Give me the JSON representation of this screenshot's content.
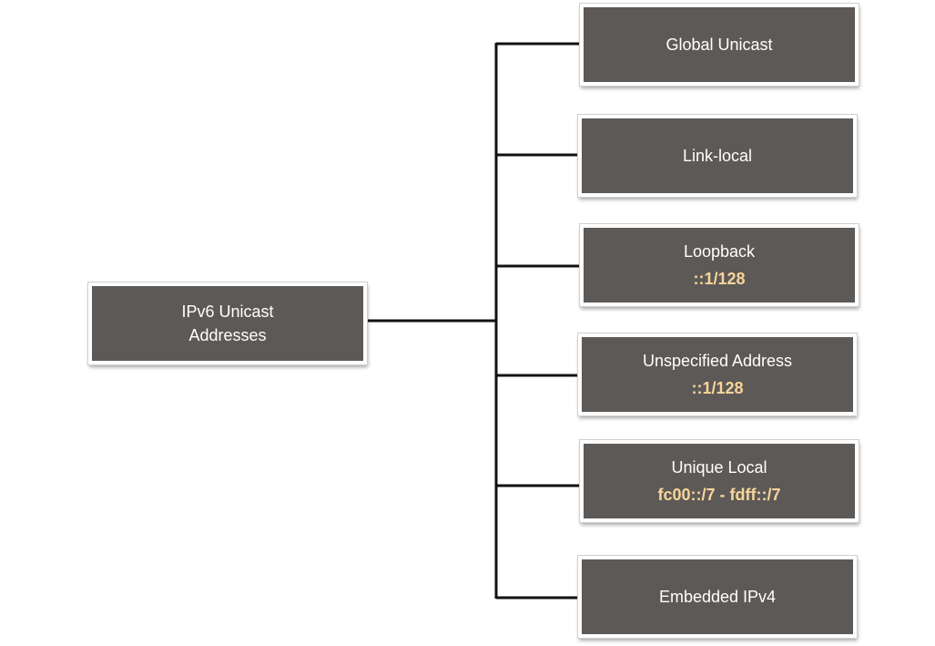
{
  "root": {
    "line1": "IPv6 Unicast",
    "line2": "Addresses"
  },
  "types": [
    {
      "label": "Global Unicast",
      "range": ""
    },
    {
      "label": "Link-local",
      "range": ""
    },
    {
      "label": "Loopback",
      "range": "::1/128"
    },
    {
      "label": "Unspecified Address",
      "range": "::1/128"
    },
    {
      "label": "Unique Local",
      "range": "fc00::/7 - fdff::/7"
    },
    {
      "label": "Embedded IPv4",
      "range": ""
    }
  ],
  "colors": {
    "box_fill": "#5d5957",
    "box_text": "#ffffff",
    "range_text": "#f7d59a",
    "connector": "#111111"
  }
}
